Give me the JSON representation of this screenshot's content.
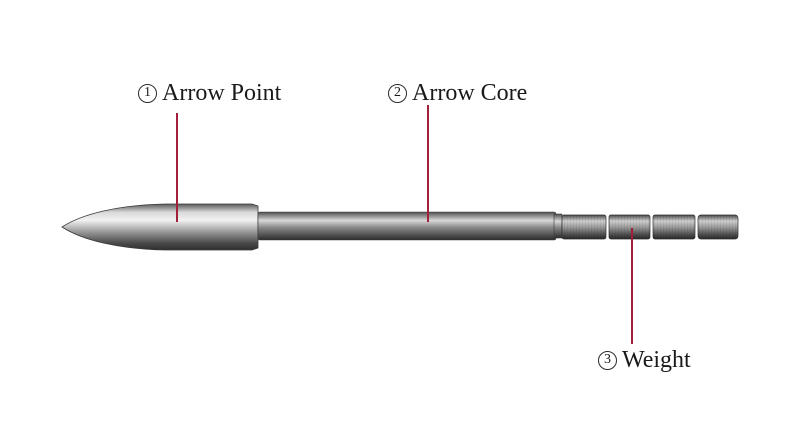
{
  "colors": {
    "leader_line": "#a3203b",
    "metal_light": "#e6e6e6",
    "metal_mid": "#8f8f8f",
    "metal_dark": "#3a3a3a",
    "text": "#1a1a1a"
  },
  "callouts": [
    {
      "id": "point",
      "number": "1",
      "label": "Arrow Point"
    },
    {
      "id": "core",
      "number": "2",
      "label": "Arrow Core"
    },
    {
      "id": "weight",
      "number": "3",
      "label": "Weight"
    }
  ],
  "parts": {
    "tip": "arrow-point",
    "shaft": "arrow-core",
    "weight_segments": 4
  }
}
